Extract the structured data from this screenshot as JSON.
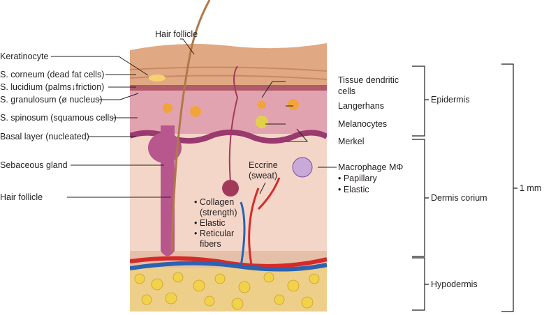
{
  "left_labels": {
    "keratinocyte": "Keratinocyte",
    "s_corneum": "S. corneum (dead fat cells)",
    "s_lucidium": "S. lucidium (palms↓friction)",
    "s_granulosum": "S. granulosum (ø nucleus)",
    "s_spinosum": "S. spinosum (squamous cells)",
    "basal_layer": "Basal layer (nucleated)",
    "sebaceous_gland": "Sebaceous gland",
    "hair_follicle": "Hair follicle"
  },
  "top_label": "Hair follicle",
  "inner_labels": {
    "eccrine_1": "Eccrine",
    "eccrine_2": "(sweat)",
    "collagen_1": "• Collagen",
    "collagen_2": "(strength)",
    "elastic": "• Elastic",
    "reticular_1": "• Reticular",
    "reticular_2": "fibers"
  },
  "right_labels": {
    "tissue_dendritic_1": "Tissue dendritic",
    "tissue_dendritic_2": "cells",
    "langerhans": "Langerhans",
    "melanocytes": "Melanocytes",
    "merkel": "Merkel",
    "macrophage": "Macrophage MΦ",
    "papillary": "• Papillary",
    "elastic": "• Elastic"
  },
  "layers": {
    "epidermis": "Epidermis",
    "dermis": "Dermis corium",
    "hypodermis": "Hypodermis",
    "total": "1 mm"
  }
}
